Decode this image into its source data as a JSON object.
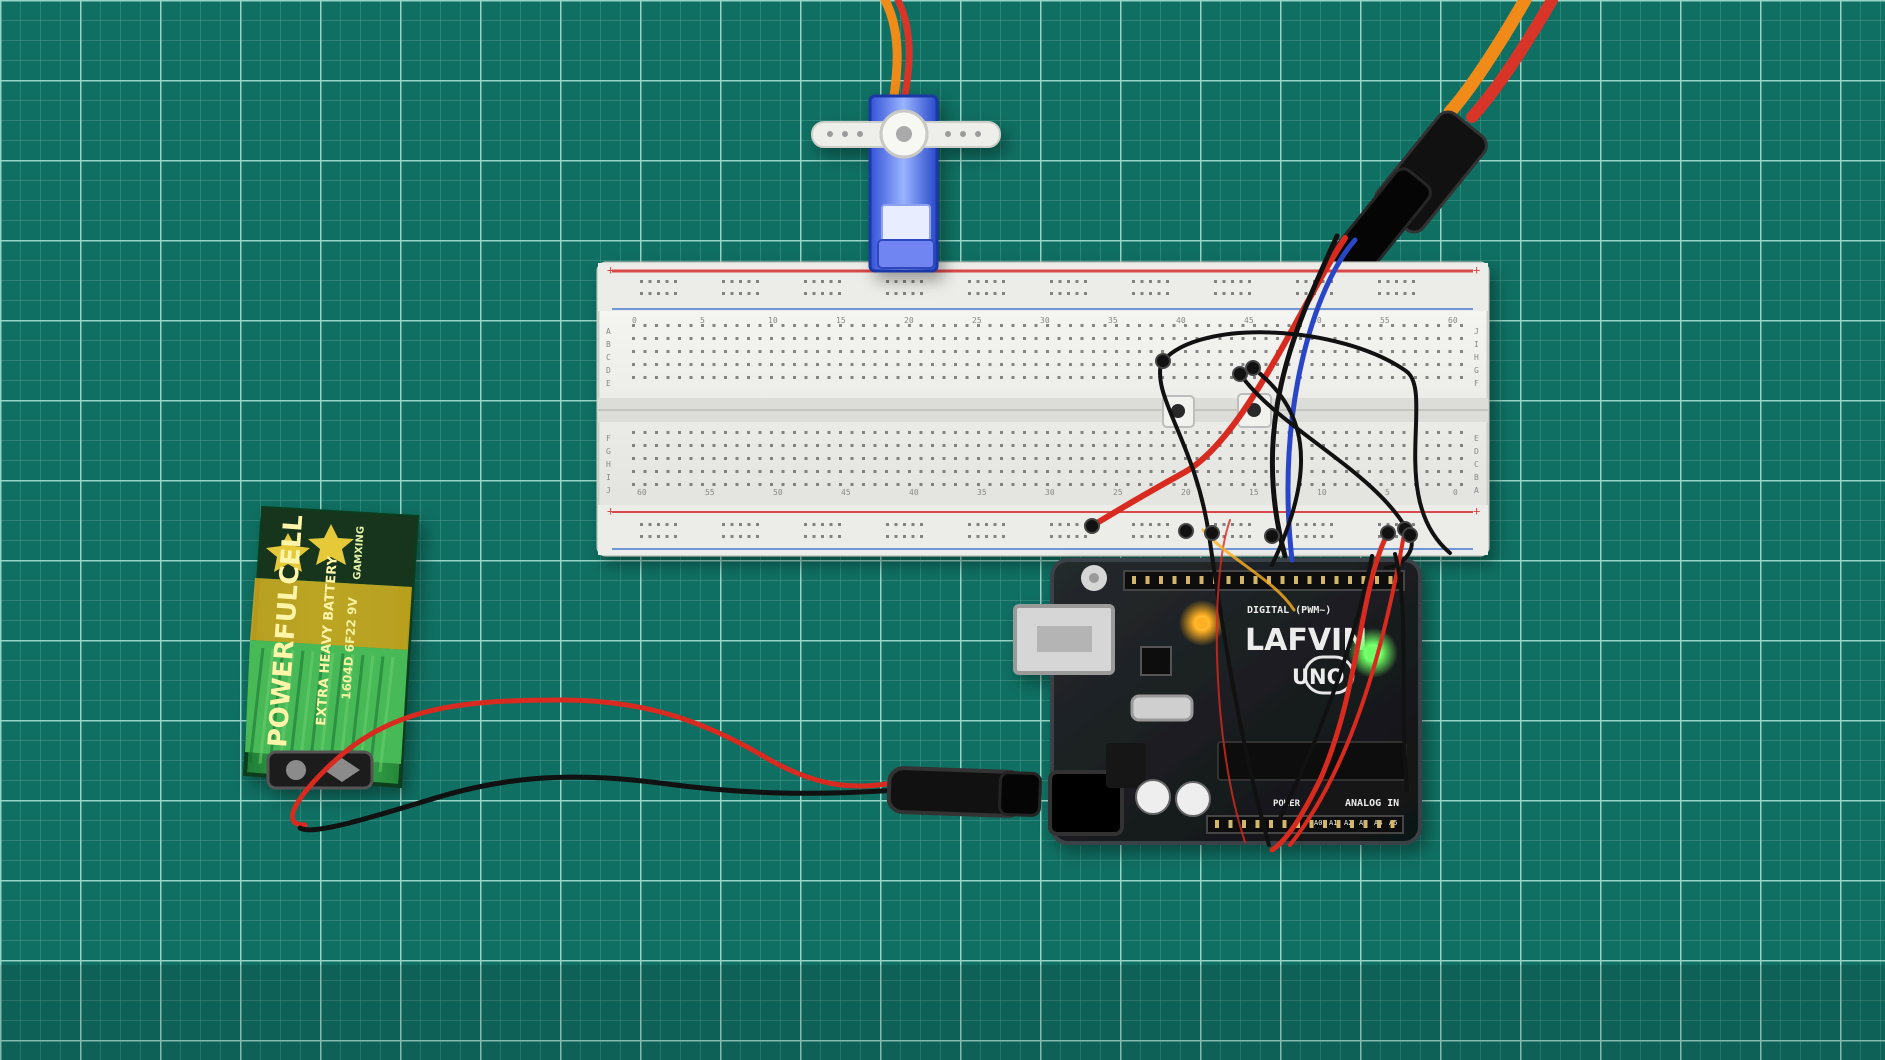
{
  "colors": {
    "mat": "#0f6f62",
    "grid_line": "#8fd0c3",
    "breadboard": "#eeeeea",
    "arduino_board": "#171a1c",
    "battery_green": "#2f9f46",
    "wire_red": "#d92a20",
    "wire_black": "#111111",
    "wire_blue": "#2945c8",
    "wire_orange": "#f08a18",
    "led_orange": "#ffb020",
    "led_green": "#6dff63"
  },
  "icons": {
    "battery": "battery-icon",
    "servo": "servo-icon",
    "breadboard": "breadboard-icon",
    "arduino": "arduino-board-icon",
    "pushbutton": "pushbutton-icon",
    "led": "led-icon"
  },
  "battery": {
    "brand": "POWERFULCELL",
    "type": "EXTRA HEAVY BATTERY",
    "voltage": "1604D 6F22 9V",
    "small_brand": "GAMXING"
  },
  "arduino": {
    "brand": "LAFVIN",
    "model": "UNO",
    "digital_label": "DIGITAL (PWM~)",
    "analog_label": "ANALOG IN",
    "power_label": "POWER",
    "analog_pins": [
      "A0",
      "A1",
      "A2",
      "A3",
      "A4",
      "A5"
    ]
  },
  "breadboard": {
    "row_letters_left": [
      "A",
      "B",
      "C",
      "D",
      "E",
      "F",
      "G",
      "H",
      "I",
      "J"
    ],
    "row_letters_right": [
      "J",
      "I",
      "H",
      "G",
      "F",
      "E",
      "D",
      "C",
      "B",
      "A"
    ],
    "top_numbers": [
      "0",
      "5",
      "10",
      "15",
      "20",
      "25",
      "30",
      "35",
      "40",
      "45",
      "50",
      "55",
      "60"
    ],
    "bottom_numbers": [
      "60",
      "55",
      "50",
      "45",
      "40",
      "35",
      "30",
      "25",
      "20",
      "15",
      "10",
      "5",
      "0"
    ],
    "plus_marks": [
      "+",
      "+",
      "+",
      "+"
    ]
  }
}
